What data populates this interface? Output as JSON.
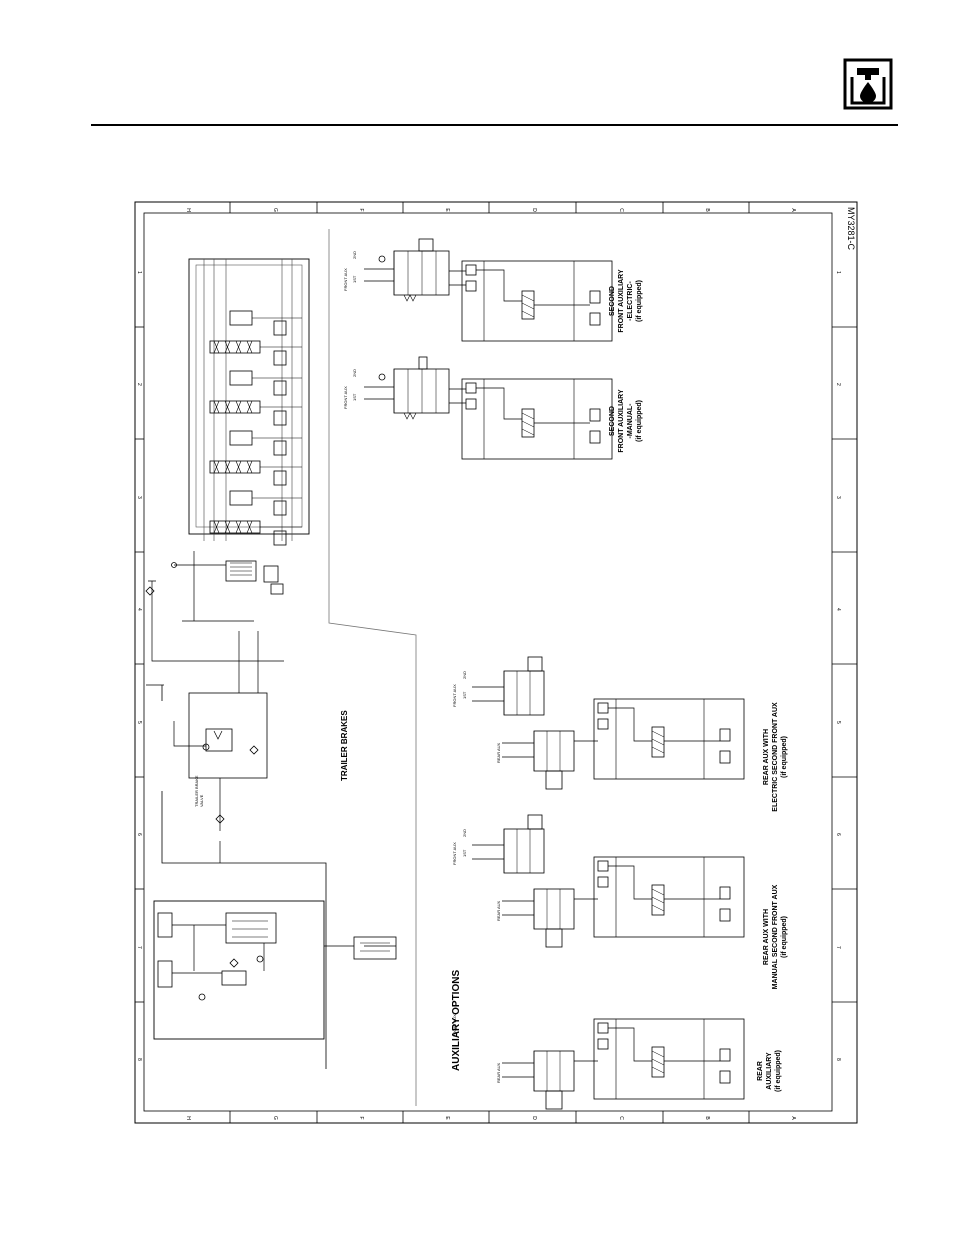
{
  "header": {
    "icon": "hydraulic-oil-drop-icon"
  },
  "drawing": {
    "number": "MY3281-C",
    "zones_top": [
      "H",
      "G",
      "F",
      "E",
      "D",
      "C",
      "B",
      "A"
    ],
    "zones_side": [
      "1",
      "2",
      "3",
      "4",
      "5",
      "6",
      "7",
      "8"
    ],
    "trailer_brakes_title": "TRAILER BRAKES",
    "trailer_brake_valve": [
      "TRAILER BRAKE",
      "VALVE"
    ],
    "auxiliary_options_title": "AUXILIARY OPTIONS",
    "port_front_aux": "FRONT AUX",
    "port_rear_aux": "REAR AUX",
    "pos_1st": "1ST",
    "pos_2nd": "2ND",
    "captions": {
      "second_electric": [
        "SECOND",
        "FRONT AUXILIARY",
        "-ELECTRIC-",
        "(if equipped)"
      ],
      "second_manual": [
        "SECOND",
        "FRONT AUXILIARY",
        "-MANUAL-",
        "(if equipped)"
      ],
      "rear_electric": [
        "REAR AUX WITH",
        "ELECTRIC SECOND FRONT AUX",
        "(if equipped)"
      ],
      "rear_manual": [
        "REAR AUX WITH",
        "MANUAL SECOND FRONT AUX",
        "(if equipped)"
      ],
      "rear": [
        "REAR",
        "AUXILIARY",
        "(if equipped)"
      ]
    }
  }
}
